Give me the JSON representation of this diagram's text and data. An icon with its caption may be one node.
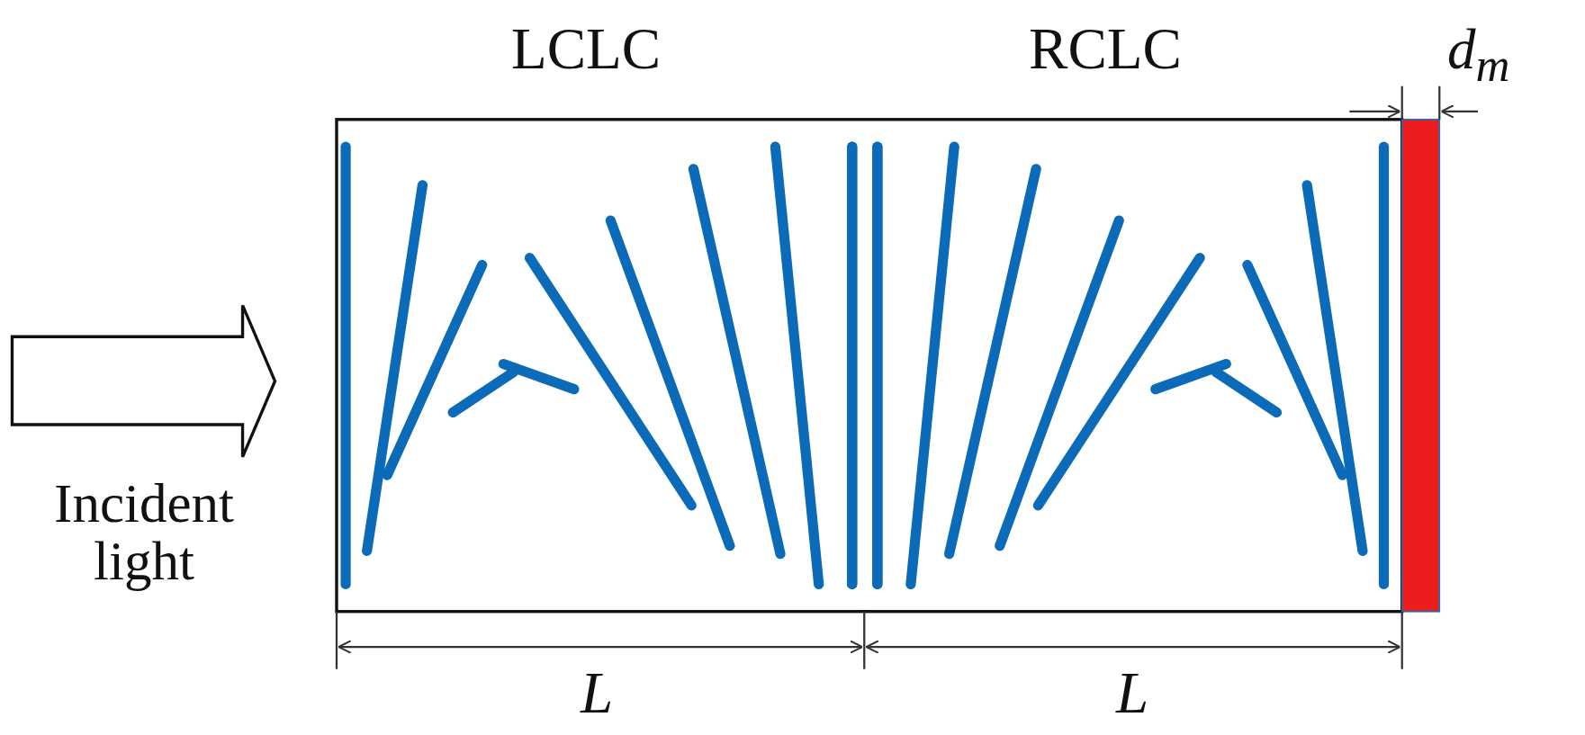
{
  "diagram": {
    "labels": [
      "LCLC",
      "RCLC",
      "d$_{m}$",
      "Incident light",
      "L",
      "L"
    ]
  }
}
